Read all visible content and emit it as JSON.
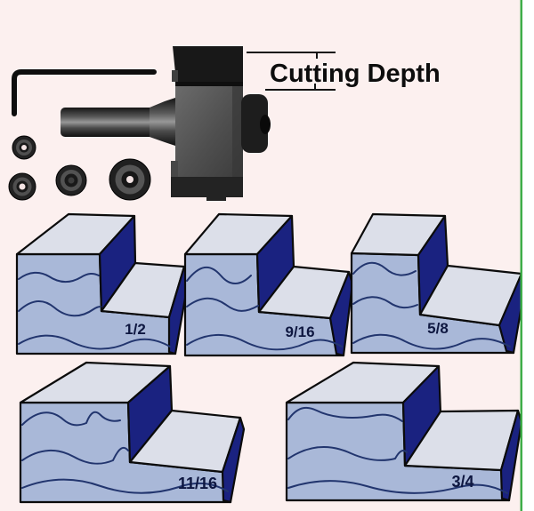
{
  "annotation": {
    "label": "Cutting Depth"
  },
  "blocks": [
    {
      "label": "1/2"
    },
    {
      "label": "9/16"
    },
    {
      "label": "5/8"
    },
    {
      "label": "11/16"
    },
    {
      "label": "3/4"
    }
  ],
  "illustration_parts": [
    "hex-key",
    "bearing-small",
    "bearing-medium",
    "bearing-large",
    "bearing-xlarge",
    "rabbeting-router-bit",
    "pilot-bearing"
  ],
  "colors": {
    "background": "#fcf0ef",
    "wood_front": "#a9b8d8",
    "wood_top": "#dcdfe9",
    "wood_side": "#1a2280",
    "outline": "#0b0b0b",
    "grain": "#22356e",
    "label": "#0e1740",
    "metal_dark": "#1d1d1d",
    "metal_mid": "#4d4d4d",
    "right_border_green": "#3fae49"
  }
}
